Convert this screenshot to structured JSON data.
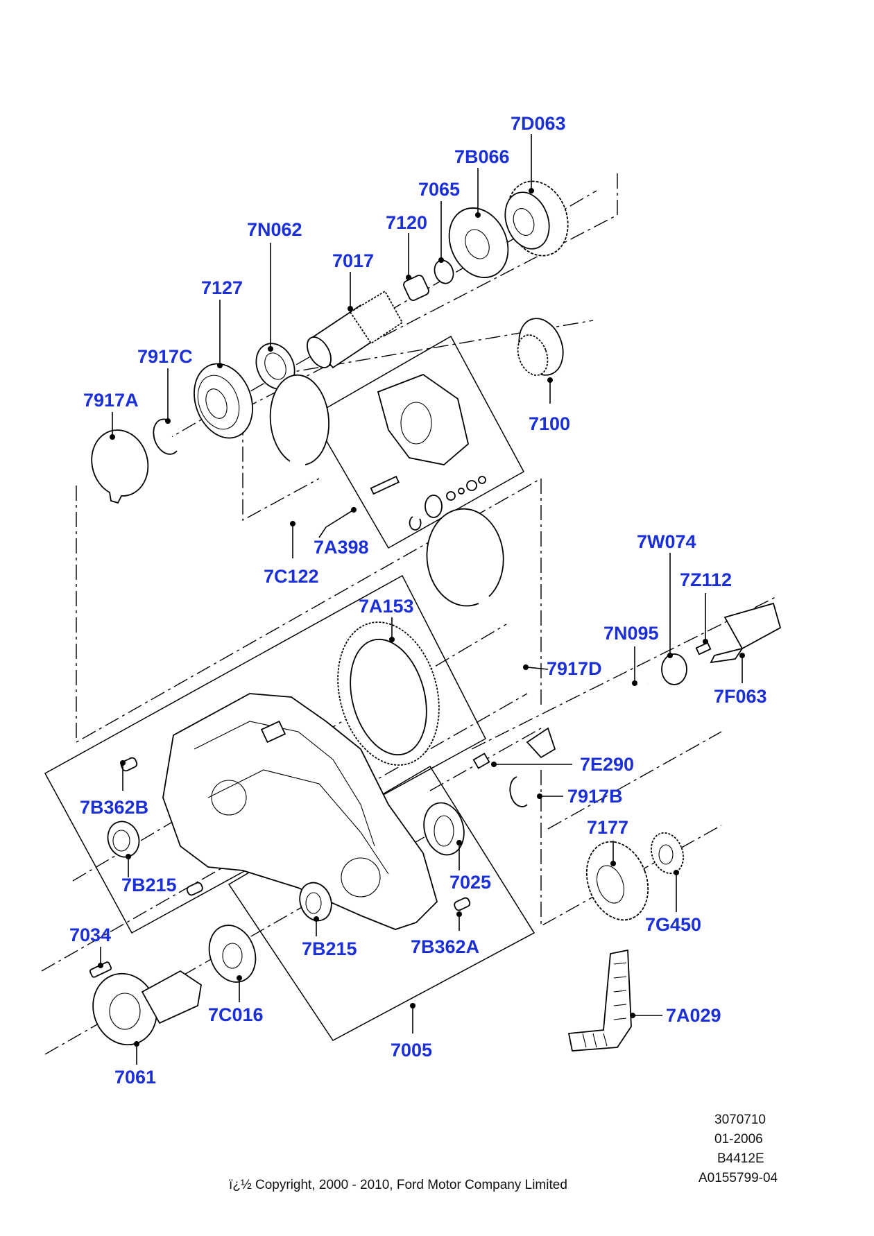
{
  "diagram": {
    "part_labels": {
      "p7D063": "7D063",
      "p7B066": "7B066",
      "p7065": "7065",
      "p7120": "7120",
      "p7N062": "7N062",
      "p7017": "7017",
      "p7127": "7127",
      "p7917C": "7917C",
      "p7917A": "7917A",
      "p7100": "7100",
      "p7A398": "7A398",
      "p7C122": "7C122",
      "p7W074": "7W074",
      "p7Z112": "7Z112",
      "p7A153": "7A153",
      "p7N095": "7N095",
      "p7917D": "7917D",
      "p7F063": "7F063",
      "p7E290": "7E290",
      "p7B362B": "7B362B",
      "p7917B": "7917B",
      "p7177": "7177",
      "p7B215_left": "7B215",
      "p7025": "7025",
      "p7034": "7034",
      "p7B215_mid": "7B215",
      "p7B362A": "7B362A",
      "p7G450": "7G450",
      "p7C016": "7C016",
      "p7A029": "7A029",
      "p7005": "7005",
      "p7061": "7061"
    },
    "reference": {
      "line1": "3070710",
      "line2": "01-2006",
      "line3": "B4412E",
      "line4": "A0155799-04"
    },
    "copyright": "ï¿½ Copyright, 2000 - 2010, Ford Motor Company Limited"
  }
}
